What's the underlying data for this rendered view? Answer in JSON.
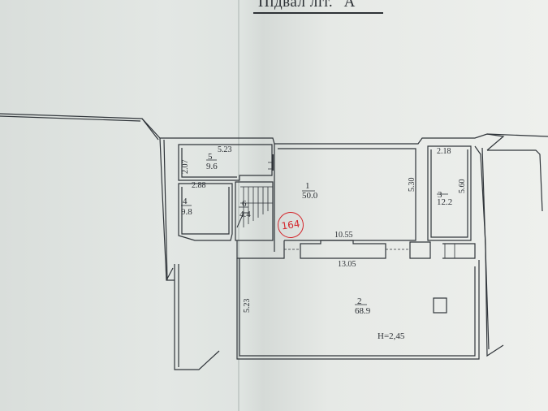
{
  "title": "Підвал літ. \"А\"",
  "rooms": [
    {
      "number": "1",
      "area": "50.0"
    },
    {
      "number": "2",
      "area": "68.9"
    },
    {
      "number": "3",
      "area": "12.2"
    },
    {
      "number": "4",
      "area": "9.8"
    },
    {
      "number": "5",
      "area": "9.6"
    },
    {
      "number": "6",
      "area": "4.4"
    }
  ],
  "dimensions": {
    "room5_width": "5.23",
    "room5_height": "2.07",
    "room4_width": "2.88",
    "room1_height": "5.30",
    "room1_width": "10.55",
    "room3_width": "2.18",
    "room3_height": "5.60",
    "room2_width": "13.05",
    "room2_height": "5.23"
  },
  "ceiling_height": "H=2,45",
  "stamp_number": "164",
  "colors": {
    "ink": "#2b2f34",
    "stamp": "#d4262c"
  }
}
